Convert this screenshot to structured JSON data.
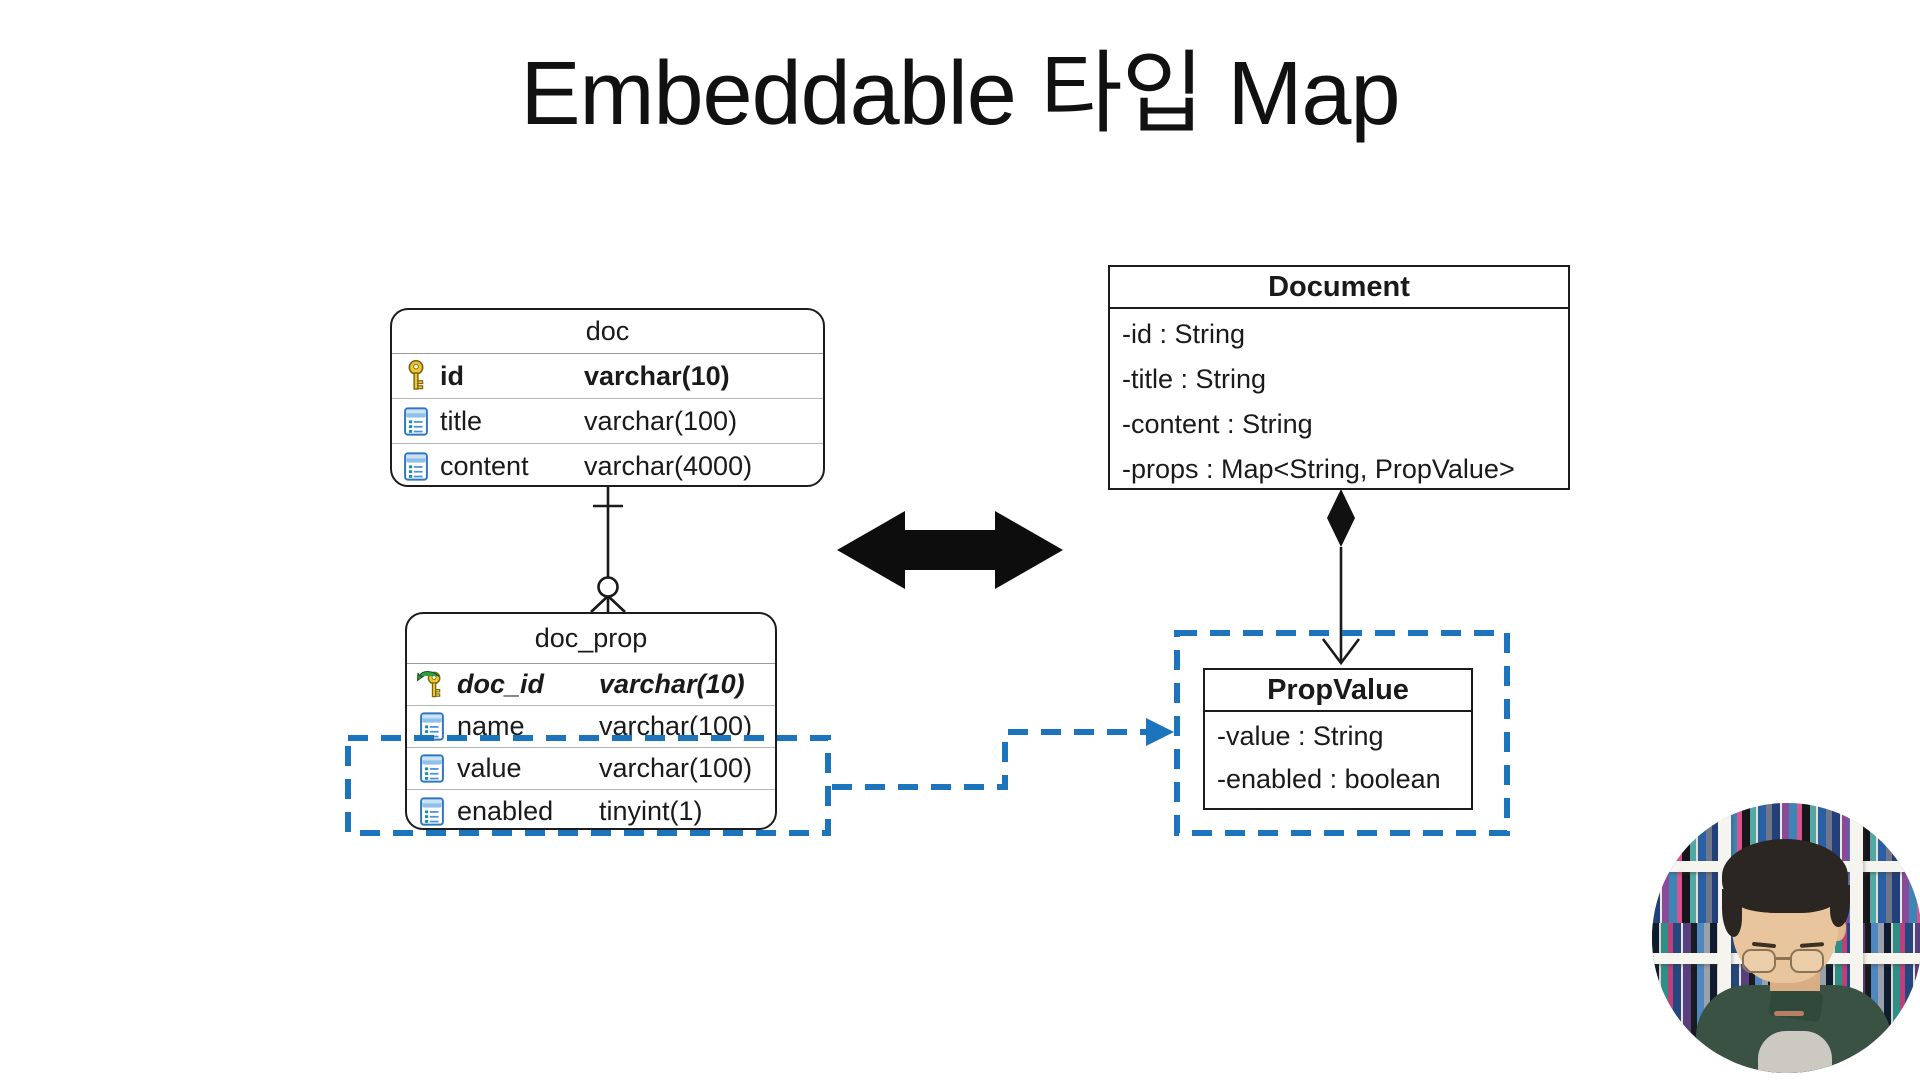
{
  "slide": {
    "title": "Embeddable 타입 Map"
  },
  "er": {
    "doc": {
      "name": "doc",
      "columns": [
        {
          "name": "id",
          "type": "varchar(10)",
          "icon": "key-icon",
          "key": "primary"
        },
        {
          "name": "title",
          "type": "varchar(100)",
          "icon": "column-icon",
          "key": "none"
        },
        {
          "name": "content",
          "type": "varchar(4000)",
          "icon": "column-icon",
          "key": "none"
        }
      ]
    },
    "doc_prop": {
      "name": "doc_prop",
      "columns": [
        {
          "name": "doc_id",
          "type": "varchar(10)",
          "icon": "foreign-key-icon",
          "key": "primary-foreign"
        },
        {
          "name": "name",
          "type": "varchar(100)",
          "icon": "column-icon",
          "key": "none"
        },
        {
          "name": "value",
          "type": "varchar(100)",
          "icon": "column-icon",
          "key": "none"
        },
        {
          "name": "enabled",
          "type": "tinyint(1)",
          "icon": "column-icon",
          "key": "none"
        }
      ]
    },
    "relationship": {
      "from": "doc",
      "to": "doc_prop",
      "cardinality": "one-to-zero-or-many"
    }
  },
  "uml": {
    "document": {
      "name": "Document",
      "attributes": [
        "-id : String",
        "-title : String",
        "-content : String",
        "-props : Map<String, PropValue>"
      ]
    },
    "propvalue": {
      "name": "PropValue",
      "attributes": [
        "-value : String",
        "-enabled : boolean"
      ]
    },
    "relationship": {
      "from": "Document",
      "to": "PropValue",
      "type": "composition"
    }
  },
  "colors": {
    "highlight_blue": "#1b74bc",
    "diagram_black": "#111111",
    "table_border": "#1c1c1c"
  }
}
